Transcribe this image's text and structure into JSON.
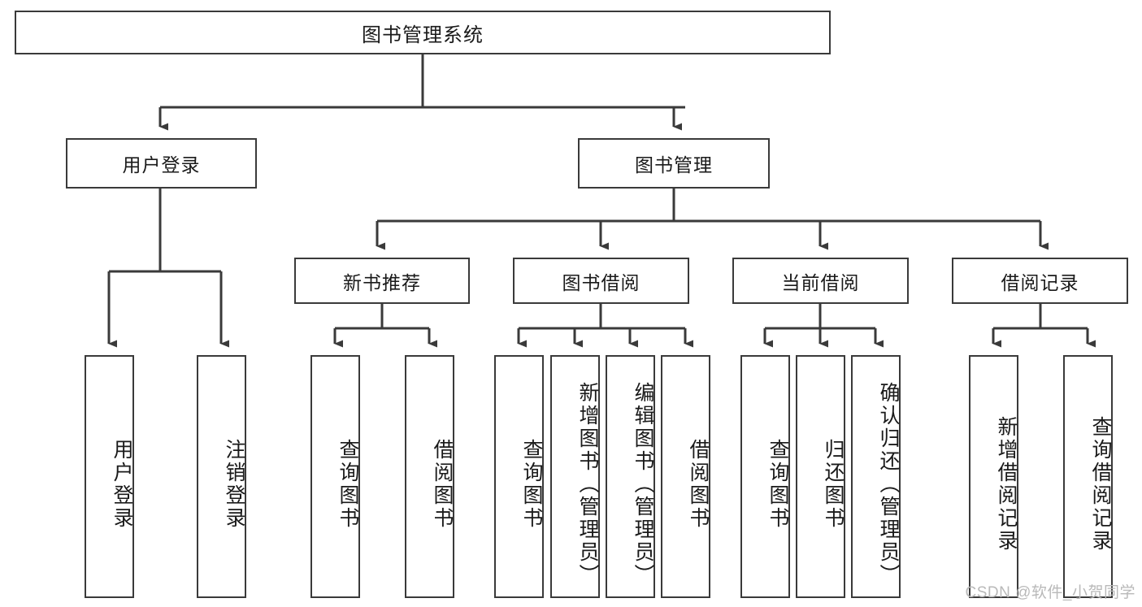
{
  "diagram": {
    "type": "tree-hierarchy-diagram",
    "title": "图书管理系统",
    "watermark": "CSDN @软件_小贺同学",
    "colors": {
      "stroke": "#3a3a3a",
      "fill": "#ffffff",
      "text": "#1a1a1a",
      "watermark": "#b9b9b9"
    },
    "levels": {
      "root": {
        "label": "图书管理系统"
      },
      "level2": [
        {
          "id": "user-login",
          "label": "用户登录"
        },
        {
          "id": "book-management",
          "label": "图书管理"
        }
      ],
      "level3": [
        {
          "id": "new-book-recommend",
          "label": "新书推荐",
          "parent": "book-management"
        },
        {
          "id": "book-borrow",
          "label": "图书借阅",
          "parent": "book-management"
        },
        {
          "id": "current-borrow",
          "label": "当前借阅",
          "parent": "book-management"
        },
        {
          "id": "borrow-record",
          "label": "借阅记录",
          "parent": "book-management"
        }
      ],
      "leaves": [
        {
          "id": "leaf-user-login",
          "label": "用户登录",
          "parent": "user-login"
        },
        {
          "id": "leaf-logout-login",
          "label": "注销登录",
          "parent": "user-login"
        },
        {
          "id": "leaf-query-book-1",
          "label": "查询图书",
          "parent": "new-book-recommend"
        },
        {
          "id": "leaf-borrow-book-1",
          "label": "借阅图书",
          "parent": "new-book-recommend"
        },
        {
          "id": "leaf-query-book-2",
          "label": "查询图书",
          "parent": "book-borrow"
        },
        {
          "id": "leaf-add-book",
          "label": "新增图书（管理员）",
          "parent": "book-borrow"
        },
        {
          "id": "leaf-edit-book",
          "label": "编辑图书（管理员）",
          "parent": "book-borrow"
        },
        {
          "id": "leaf-borrow-book-2",
          "label": "借阅图书",
          "parent": "book-borrow"
        },
        {
          "id": "leaf-query-book-3",
          "label": "查询图书",
          "parent": "current-borrow"
        },
        {
          "id": "leaf-return-book",
          "label": "归还图书",
          "parent": "current-borrow"
        },
        {
          "id": "leaf-confirm-return",
          "label": "确认归还（管理员）",
          "parent": "current-borrow"
        },
        {
          "id": "leaf-add-borrow-record",
          "label": "新增借阅记录",
          "parent": "borrow-record"
        },
        {
          "id": "leaf-query-borrow-record",
          "label": "查询借阅记录",
          "parent": "borrow-record"
        }
      ]
    }
  }
}
